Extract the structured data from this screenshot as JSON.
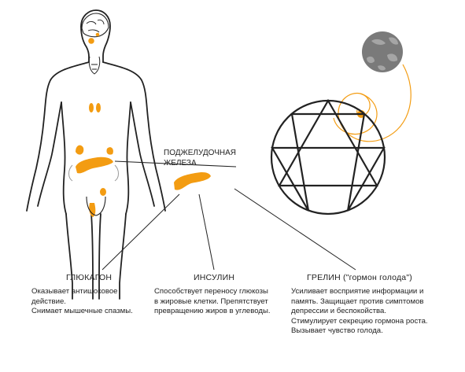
{
  "pancreas_label": [
    "ПОДЖЕЛУДОЧНАЯ",
    "ЖЕЛЕЗА"
  ],
  "hormones": [
    {
      "title": "ГЛЮКАГОН",
      "lines": [
        "Оказывает антишоковое",
        "действие.",
        "Снимает мышечные спазмы."
      ]
    },
    {
      "title": "ИНСУЛИН",
      "lines": [
        "Способствует переносу глюкозы",
        "в жировые клетки. Препятствует",
        "превращению жиров в углеводы."
      ]
    },
    {
      "title": "ГРЕЛИН (\"гормон голода\")",
      "lines": [
        "Усиливает восприятие информации и",
        "память. Защищает против симптомов",
        "депрессии и беспокойства.",
        "Стимулирует секрецию гормона роста.",
        "Вызывает чувство голода."
      ]
    }
  ],
  "colors": {
    "accent": "#f39c12",
    "ink": "#222222",
    "moon": "#7a7a7a"
  }
}
